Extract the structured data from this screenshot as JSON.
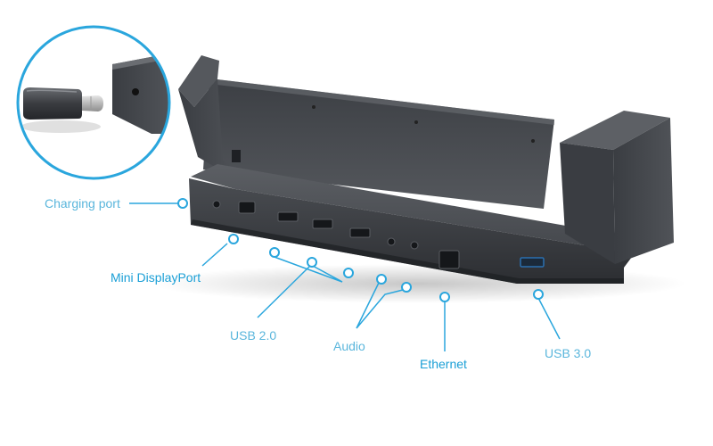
{
  "image": {
    "subject": "docking-station-product-photo",
    "accent_color": "#2aa6dd",
    "label_color_light": "#5ab6dc",
    "label_color_strong": "#1a9fd6"
  },
  "callouts": {
    "charging_port": "Charging port",
    "mini_displayport": "Mini DisplayPort",
    "usb2": "USB 2.0",
    "audio": "Audio",
    "ethernet": "Ethernet",
    "usb3": "USB 3.0"
  },
  "inset": {
    "subject": "charging-connector-closeup"
  }
}
